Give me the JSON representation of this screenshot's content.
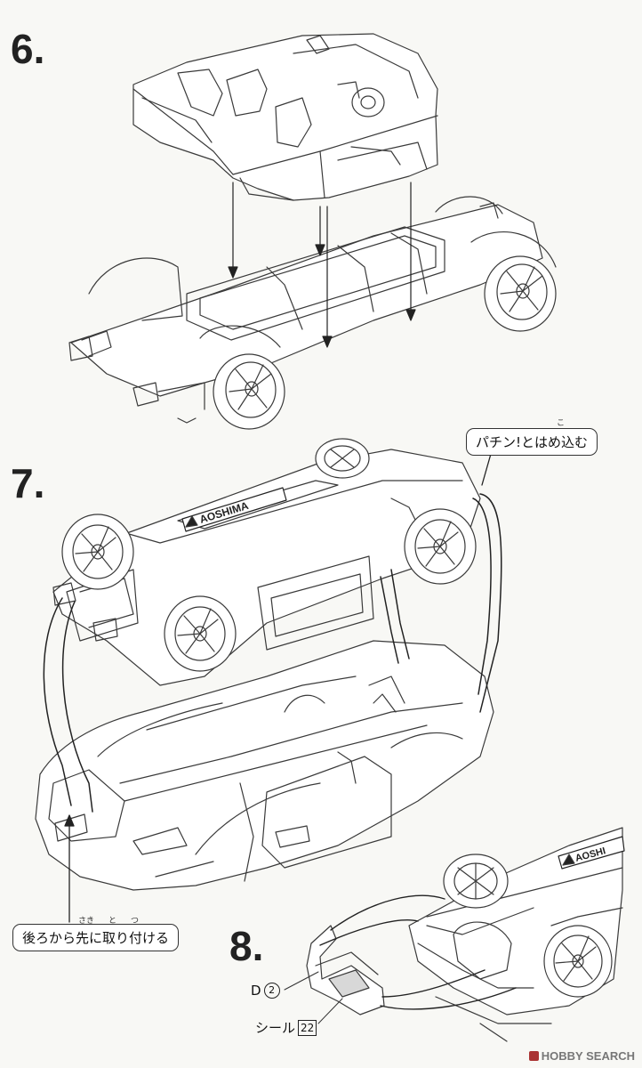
{
  "steps": {
    "step6": "6.",
    "step7": "7.",
    "step8": "8."
  },
  "callouts": {
    "snap_in": "パチン!とはめ込む",
    "snap_in_ruby": "こ",
    "attach_rear_first": "後ろから先に取り付ける",
    "attach_ruby_saki": "さき",
    "attach_ruby_to": "と",
    "attach_ruby_tsu": "つ"
  },
  "parts": {
    "part_d_letter": "D",
    "part_d_number": "2",
    "seal_label": "シール",
    "seal_number": "22"
  },
  "logos": {
    "chassis_logo": "AOSHIMA",
    "chassis_logo_partial": "AOSHI"
  },
  "watermark": {
    "text": "HOBBY SEARCH"
  }
}
